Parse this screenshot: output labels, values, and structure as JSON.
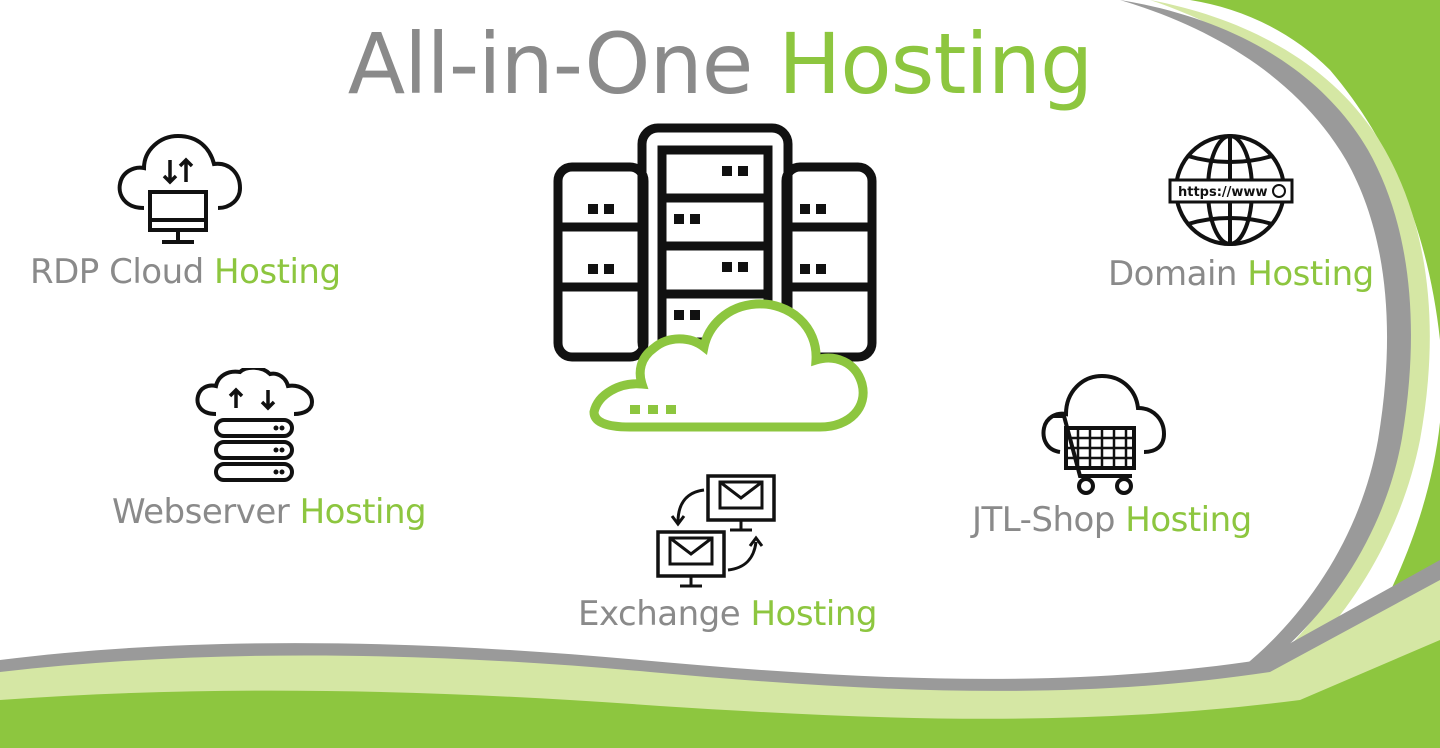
{
  "title": {
    "part1": "All-in-One",
    "part2": "Hosting"
  },
  "services": {
    "rdp": {
      "name": "RDP Cloud",
      "suffix": "Hosting",
      "icon": "cloud-monitor-icon"
    },
    "webserver": {
      "name": "Webserver",
      "suffix": "Hosting",
      "icon": "cloud-server-icon"
    },
    "exchange": {
      "name": "Exchange",
      "suffix": "Hosting",
      "icon": "mail-exchange-icon"
    },
    "jtl": {
      "name": "JTL-Shop",
      "suffix": "Hosting",
      "icon": "cloud-cart-icon"
    },
    "domain": {
      "name": "Domain",
      "suffix": "Hosting",
      "icon": "globe-www-icon",
      "url_text": "https://www"
    }
  },
  "hero": {
    "icon": "server-rack-cloud-icon"
  },
  "colors": {
    "accent": "#8dc63f",
    "accent_light": "#d5e7a4",
    "gray_text": "#8a8a8a",
    "wave_gray": "#9a9a9a",
    "icon_black": "#111111"
  }
}
